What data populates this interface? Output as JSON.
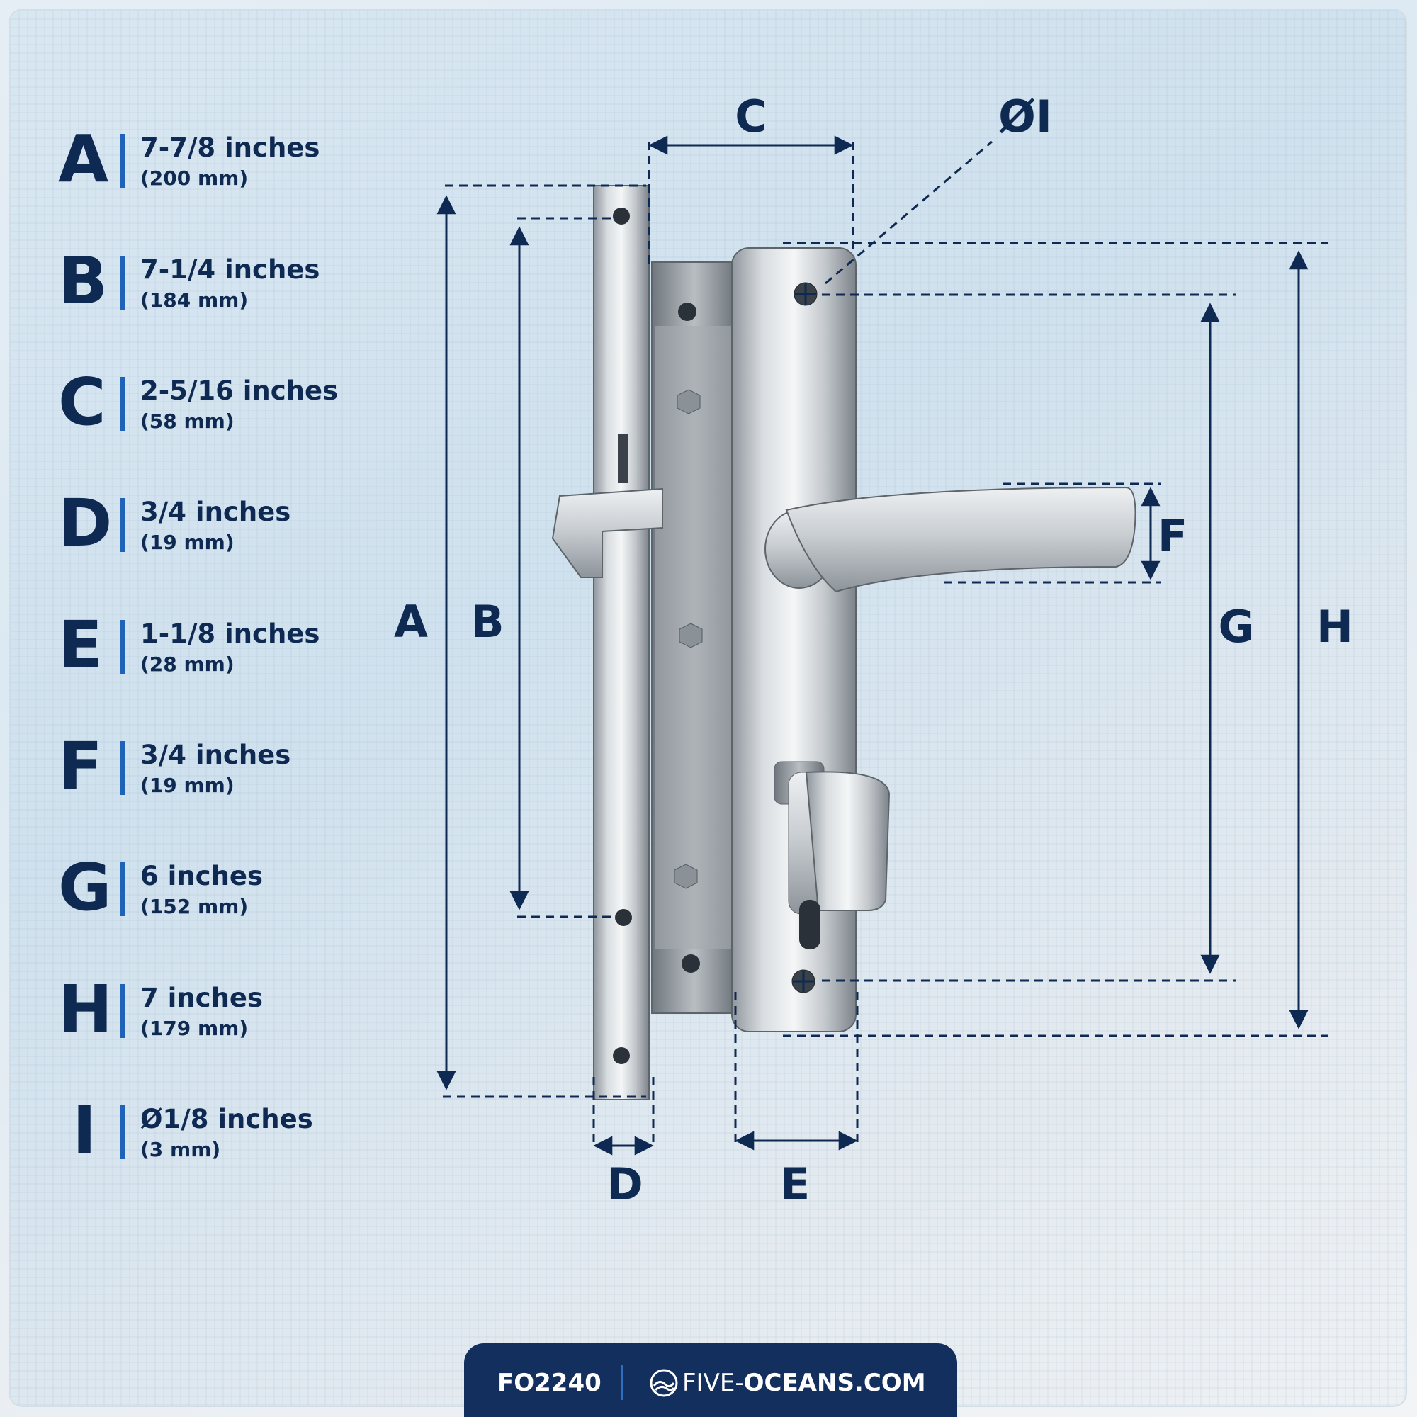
{
  "legend": [
    {
      "letter": "A",
      "main": "7-7/8 inches",
      "sub": "(200 mm)"
    },
    {
      "letter": "B",
      "main": "7-1/4 inches",
      "sub": "(184 mm)"
    },
    {
      "letter": "C",
      "main": "2-5/16 inches",
      "sub": "(58 mm)"
    },
    {
      "letter": "D",
      "main": "3/4 inches",
      "sub": "(19 mm)"
    },
    {
      "letter": "E",
      "main": "1-1/8 inches",
      "sub": "(28 mm)"
    },
    {
      "letter": "F",
      "main": "3/4 inches",
      "sub": "(19 mm)"
    },
    {
      "letter": "G",
      "main": "6 inches",
      "sub": "(152 mm)"
    },
    {
      "letter": "H",
      "main": "7 inches",
      "sub": "(179 mm)"
    },
    {
      "letter": "I",
      "main": "Ø1/8 inches",
      "sub": "(3 mm)"
    }
  ],
  "dimension_labels": {
    "A": "A",
    "B": "B",
    "C": "C",
    "D": "D",
    "E": "E",
    "F": "F",
    "G": "G",
    "H": "H",
    "I": "ØI"
  },
  "footer": {
    "sku": "FO2240",
    "site_prefix": "FIVE-",
    "site_suffix": "OCEANS.COM",
    "logo_icon": "five-oceans-globe-icon"
  },
  "colors": {
    "navy": "#0f2a52",
    "accent": "#1e63b8",
    "footer_bg": "#132f5e"
  }
}
